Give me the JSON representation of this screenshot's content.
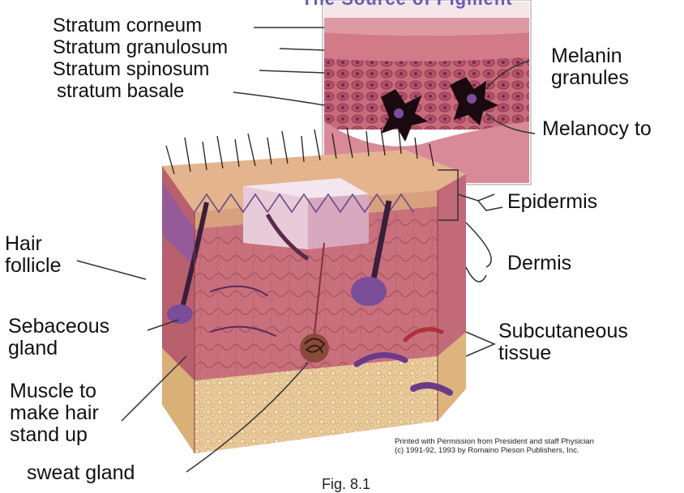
{
  "header_text": "The Source of Pigment",
  "labels": {
    "stratum_corneum": "Stratum corneum",
    "stratum_granulosum": "Stratum granulosum",
    "stratum_spinosum": "Stratum spinosum",
    "stratum_basale": "stratum basale",
    "melanin_granules_1": "Melanin",
    "melanin_granules_2": "granules",
    "melanocyte": "Melanocy to",
    "epidermis": "Epidermis",
    "dermis": "Dermis",
    "subcutaneous_1": "Subcutaneous",
    "subcutaneous_2": "tissue",
    "hair_follicle_1": "Hair",
    "hair_follicle_2": "follicle",
    "sebaceous_1": "Sebaceous",
    "sebaceous_2": "gland",
    "muscle_1": "Muscle to",
    "muscle_2": "make hair",
    "muscle_3": "stand up",
    "sweat_gland": "sweat gland"
  },
  "credit": {
    "line1": "Printed with Permission from President and staff Physician",
    "line2": "(c) 1991-92, 1993 by Romaino Pieson Publishers, Inc."
  },
  "figure_caption": "Fig. 8.1",
  "colors": {
    "epidermis": "#e8b99a",
    "dermis": "#c9707a",
    "subcutaneous": "#e2c48f",
    "purple": "#7a4d9a",
    "melanin": "#1a0a10"
  }
}
